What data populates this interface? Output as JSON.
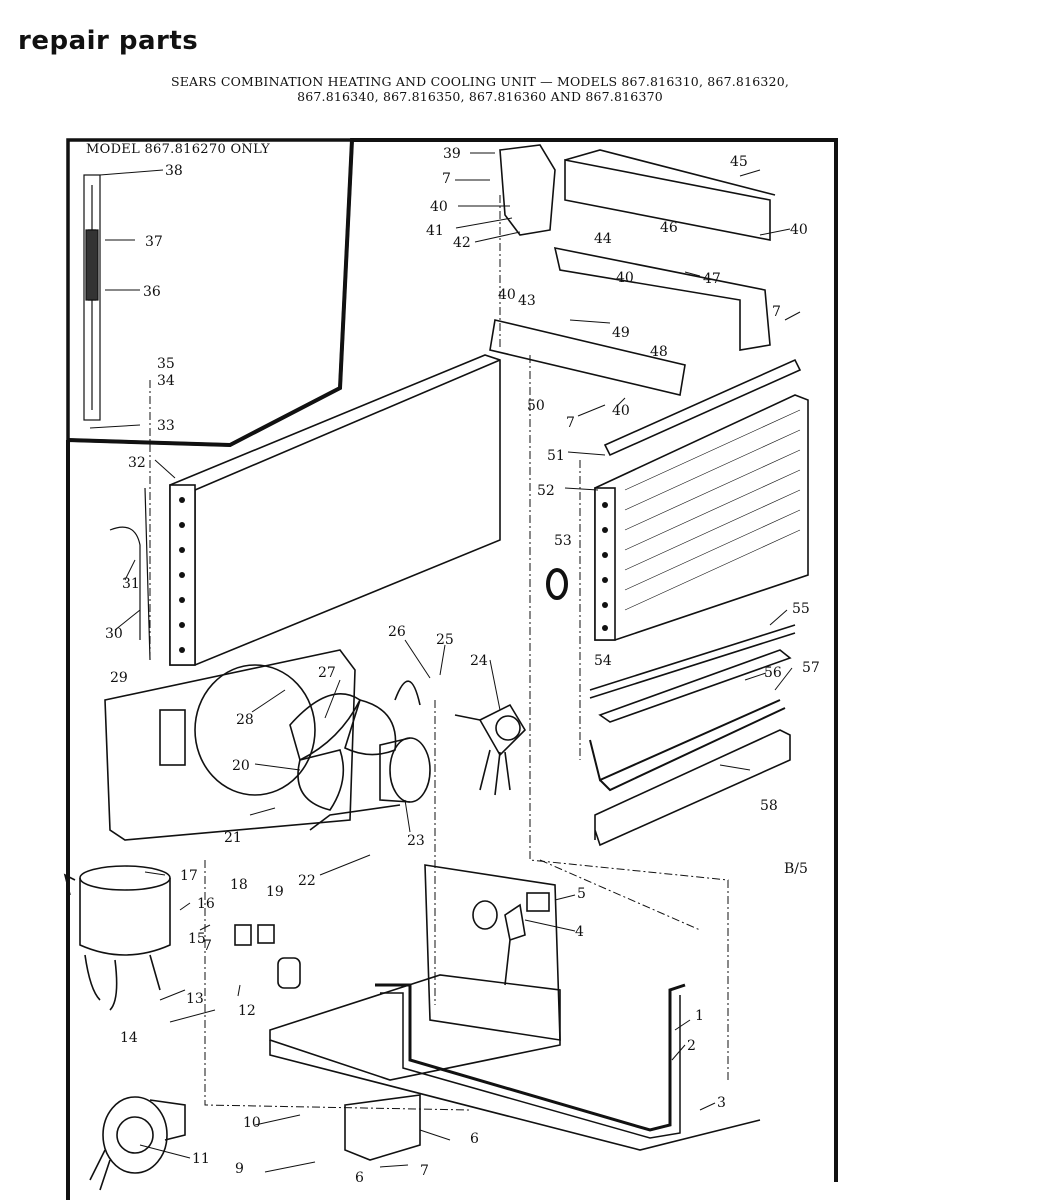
{
  "header": {
    "title": "repair parts",
    "subtitle_line1": "SEARS COMBINATION HEATING AND COOLING UNIT — MODELS 867.816310, 867.816320,",
    "subtitle_line2": "867.816340, 867.816350, 867.816360 AND 867.816370"
  },
  "inset": {
    "title": "MODEL 867.816270 ONLY"
  },
  "reference_code": "B/5",
  "parts": [
    {
      "num": "1"
    },
    {
      "num": "2"
    },
    {
      "num": "3"
    },
    {
      "num": "4"
    },
    {
      "num": "5"
    },
    {
      "num": "6"
    },
    {
      "num": "6"
    },
    {
      "num": "7"
    },
    {
      "num": "7"
    },
    {
      "num": "7"
    },
    {
      "num": "7"
    },
    {
      "num": "7"
    },
    {
      "num": "9"
    },
    {
      "num": "10"
    },
    {
      "num": "11"
    },
    {
      "num": "12"
    },
    {
      "num": "13"
    },
    {
      "num": "14"
    },
    {
      "num": "15"
    },
    {
      "num": "16"
    },
    {
      "num": "17"
    },
    {
      "num": "18"
    },
    {
      "num": "19"
    },
    {
      "num": "20"
    },
    {
      "num": "21"
    },
    {
      "num": "22"
    },
    {
      "num": "23"
    },
    {
      "num": "24"
    },
    {
      "num": "25"
    },
    {
      "num": "26"
    },
    {
      "num": "27"
    },
    {
      "num": "28"
    },
    {
      "num": "29"
    },
    {
      "num": "30"
    },
    {
      "num": "31"
    },
    {
      "num": "32"
    },
    {
      "num": "33"
    },
    {
      "num": "34"
    },
    {
      "num": "35"
    },
    {
      "num": "36"
    },
    {
      "num": "37"
    },
    {
      "num": "38"
    },
    {
      "num": "39"
    },
    {
      "num": "40"
    },
    {
      "num": "40"
    },
    {
      "num": "40"
    },
    {
      "num": "40"
    },
    {
      "num": "40"
    },
    {
      "num": "41"
    },
    {
      "num": "42"
    },
    {
      "num": "43"
    },
    {
      "num": "44"
    },
    {
      "num": "45"
    },
    {
      "num": "46"
    },
    {
      "num": "47"
    },
    {
      "num": "48"
    },
    {
      "num": "49"
    },
    {
      "num": "50"
    },
    {
      "num": "51"
    },
    {
      "num": "52"
    },
    {
      "num": "53"
    },
    {
      "num": "54"
    },
    {
      "num": "55"
    },
    {
      "num": "56"
    },
    {
      "num": "57"
    },
    {
      "num": "58"
    }
  ]
}
